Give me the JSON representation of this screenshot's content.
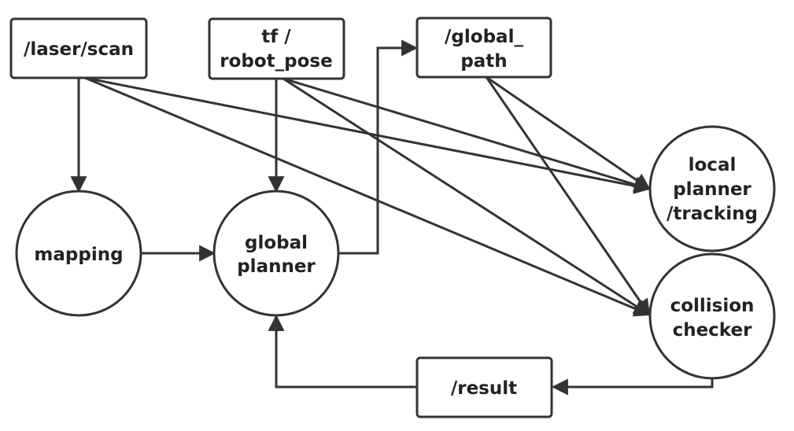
{
  "colors": {
    "stroke": "#333333",
    "text": "#222222",
    "background": "#ffffff"
  },
  "nodes": {
    "laser_scan": {
      "label": "/laser/scan"
    },
    "tf_pose": {
      "line1": "tf /",
      "line2": "robot_pose"
    },
    "global_path": {
      "line1": "/global_",
      "line2": "path"
    },
    "mapping": {
      "label": "mapping"
    },
    "global_planner": {
      "line1": "global",
      "line2": "planner"
    },
    "local_planner": {
      "line1": "local",
      "line2": "planner",
      "line3": "/tracking"
    },
    "collision_checker": {
      "line1": "collision",
      "line2": "checker"
    },
    "result": {
      "label": "/result"
    }
  },
  "edges": [
    {
      "from": "/laser/scan",
      "to": "mapping"
    },
    {
      "from": "/laser/scan",
      "to": "local planner /tracking"
    },
    {
      "from": "/laser/scan",
      "to": "collision checker"
    },
    {
      "from": "tf / robot_pose",
      "to": "global planner"
    },
    {
      "from": "tf / robot_pose",
      "to": "local planner /tracking"
    },
    {
      "from": "tf / robot_pose",
      "to": "collision checker"
    },
    {
      "from": "/global_ path",
      "to": "local planner /tracking"
    },
    {
      "from": "/global_ path",
      "to": "collision checker"
    },
    {
      "from": "mapping",
      "to": "global planner"
    },
    {
      "from": "global planner",
      "to": "/global_ path"
    },
    {
      "from": "collision checker",
      "to": "/result"
    },
    {
      "from": "/result",
      "to": "global planner"
    }
  ]
}
